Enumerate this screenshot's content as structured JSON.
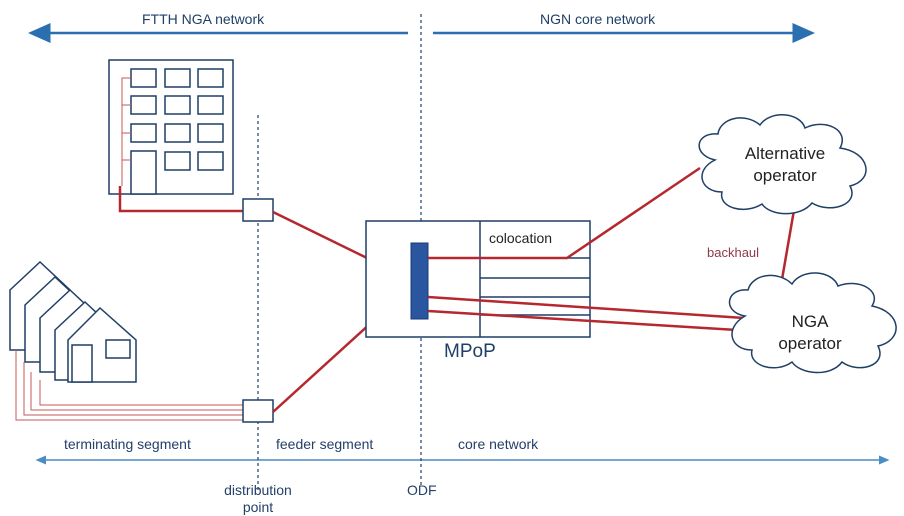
{
  "top_labels": {
    "left": "FTTH NGA network",
    "right": "NGN core network"
  },
  "nodes": {
    "alternative_operator": [
      "Alternative",
      "operator"
    ],
    "nga_operator": [
      "NGA",
      "operator"
    ],
    "mpop": "MPoP",
    "colocation": "colocation",
    "backhaul": "backhaul"
  },
  "bottom_labels": {
    "terminating_segment": "terminating segment",
    "feeder_segment": "feeder segment",
    "core_network": "core network"
  },
  "markers": {
    "distribution_point": [
      "distribution",
      "point"
    ],
    "odf": "ODF"
  },
  "colors": {
    "fiber": "#b5282f",
    "arrow": "#2a6fb0",
    "outline": "#1f3f66",
    "odf_bar": "#2a56a0"
  }
}
